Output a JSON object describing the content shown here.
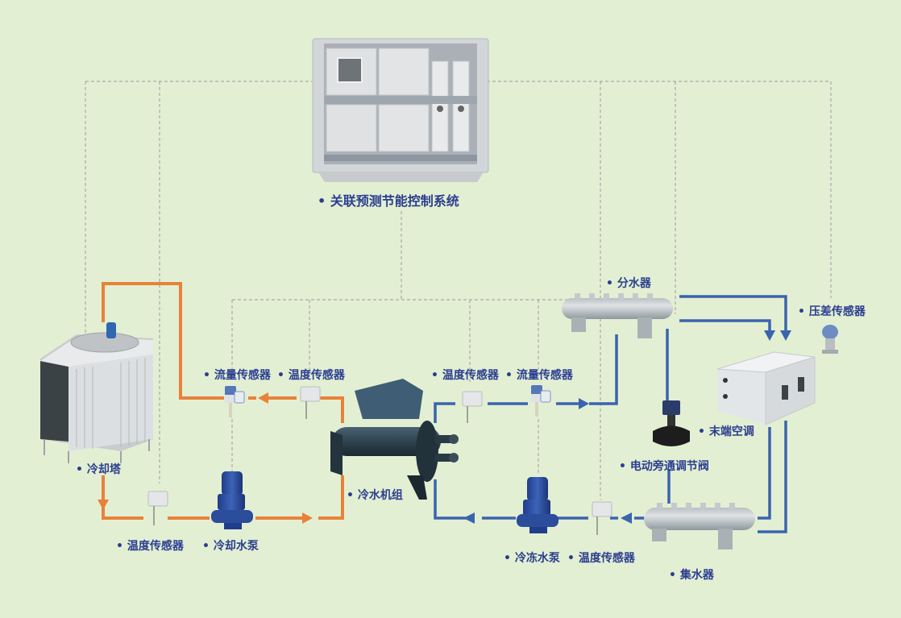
{
  "title": "关联预测节能控制系统",
  "colors": {
    "background": "#e3efd3",
    "cooling_water_pipe": "#e8823a",
    "chilled_water_pipe": "#3a64ae",
    "control_line": "#a9a9a9",
    "label_text": "#2b3e8f"
  },
  "components": {
    "control_cabinet": {
      "label": "关联预测节能控制系统",
      "icon": "control-cabinet-icon"
    },
    "cooling_tower": {
      "label": "冷却塔",
      "icon": "cooling-tower-icon"
    },
    "cooling_flow_sensor": {
      "label": "流量传感器",
      "icon": "flow-sensor-icon"
    },
    "cooling_temp_sensor_top": {
      "label": "温度传感器",
      "icon": "temperature-sensor-icon"
    },
    "cooling_temp_sensor_bottom": {
      "label": "温度传感器",
      "icon": "temperature-sensor-icon"
    },
    "cooling_water_pump": {
      "label": "冷却水泵",
      "icon": "pump-icon"
    },
    "chiller": {
      "label": "冷水机组",
      "icon": "chiller-icon"
    },
    "chilled_temp_sensor_top": {
      "label": "温度传感器",
      "icon": "temperature-sensor-icon"
    },
    "chilled_flow_sensor": {
      "label": "流量传感器",
      "icon": "flow-sensor-icon"
    },
    "water_distributor": {
      "label": "分水器",
      "icon": "manifold-icon"
    },
    "diff_pressure_sensor": {
      "label": "压差传感器",
      "icon": "pressure-sensor-icon"
    },
    "terminal_ac": {
      "label": "末端空调",
      "icon": "air-handler-icon"
    },
    "bypass_valve": {
      "label": "电动旁通调节阀",
      "icon": "valve-icon"
    },
    "water_collector": {
      "label": "集水器",
      "icon": "manifold-icon"
    },
    "chilled_water_pump": {
      "label": "冷冻水泵",
      "icon": "pump-icon"
    },
    "chilled_temp_sensor_bottom": {
      "label": "温度传感器",
      "icon": "temperature-sensor-icon"
    }
  }
}
